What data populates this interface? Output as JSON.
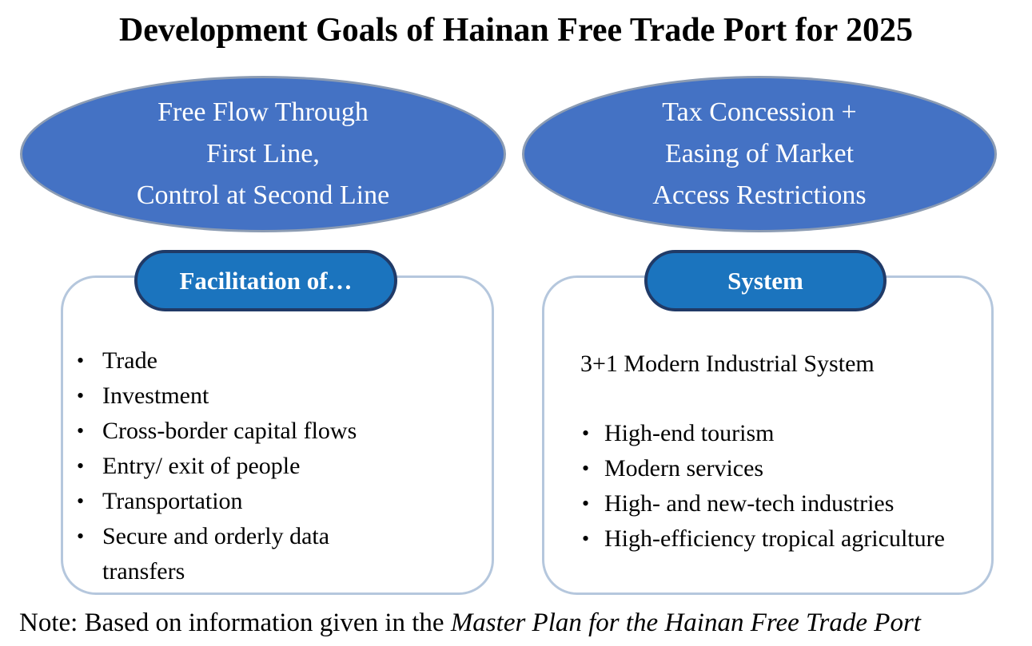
{
  "title": "Development Goals of Hainan Free Trade Port for 2025",
  "left_goal": {
    "ellipse_lines": {
      "0": "Free Flow Through",
      "1": "First Line,",
      "2": "Control at Second Line"
    },
    "pill_label": "Facilitation of…",
    "items": {
      "0": "Trade",
      "1": "Investment",
      "2": "Cross-border capital flows",
      "3": "Entry/ exit of people",
      "4": "Transportation",
      "5": "Secure and orderly data transfers"
    }
  },
  "right_goal": {
    "ellipse_lines": {
      "0": "Tax Concession +",
      "1": "Easing of Market",
      "2": "Access Restrictions"
    },
    "pill_label": "System",
    "heading": "3+1 Modern Industrial System",
    "items": {
      "0": "High-end tourism",
      "1": "Modern services",
      "2": "High- and new-tech industries",
      "3": "High-efficiency tropical agriculture"
    }
  },
  "note": {
    "prefix": "Note: Based on information given in the ",
    "italic": "Master Plan for the Hainan Free Trade Port"
  },
  "colors": {
    "ellipse_fill": "#4472C4",
    "ellipse_border": "#8C9CB3",
    "pill_fill": "#1B74BE",
    "pill_border": "#203A67",
    "box_border": "#B5C7DD",
    "ellipse_text": "#FFFFFF",
    "body_text": "#000000"
  }
}
